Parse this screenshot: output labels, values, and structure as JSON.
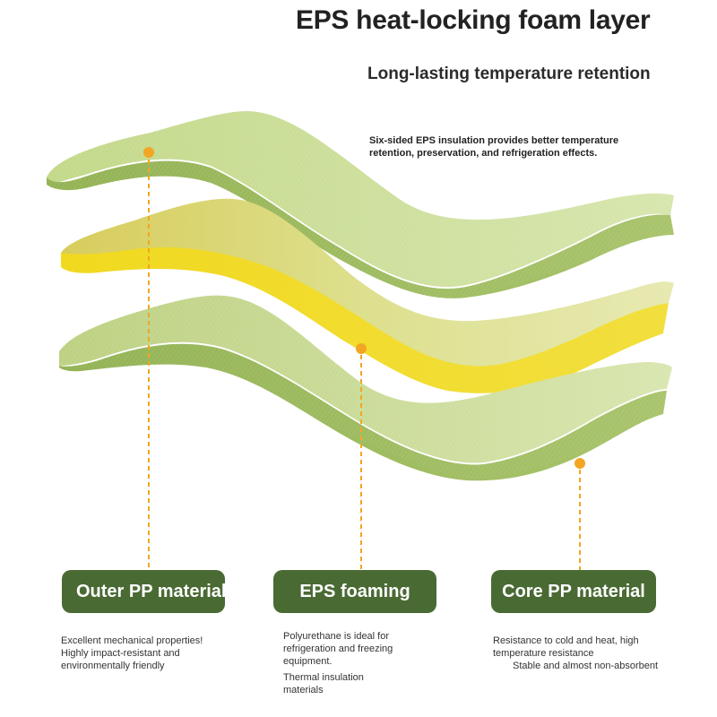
{
  "header": {
    "title": "EPS heat-locking foam layer",
    "subtitle": "Long-lasting temperature retention",
    "description": "Six-sided EPS insulation provides better temperature retention, preservation, and refrigeration effects."
  },
  "colors": {
    "accent": "#4a6a34",
    "outer_layer": "#a8c46a",
    "foam_layer": "#e8d52a",
    "marker": "#f2a623"
  },
  "labels": [
    {
      "name": "Outer PP material",
      "notes": [
        "Excellent mechanical properties!",
        "Highly impact-resistant and environmentally friendly"
      ]
    },
    {
      "name": "EPS foaming",
      "notes": [
        "Polyurethane is ideal for refrigeration and freezing equipment.",
        "Thermal insulation materials"
      ]
    },
    {
      "name": "Core PP material",
      "notes": [
        "Resistance to cold and heat, high temperature resistance",
        "Stable and almost non-absorbent"
      ]
    }
  ]
}
